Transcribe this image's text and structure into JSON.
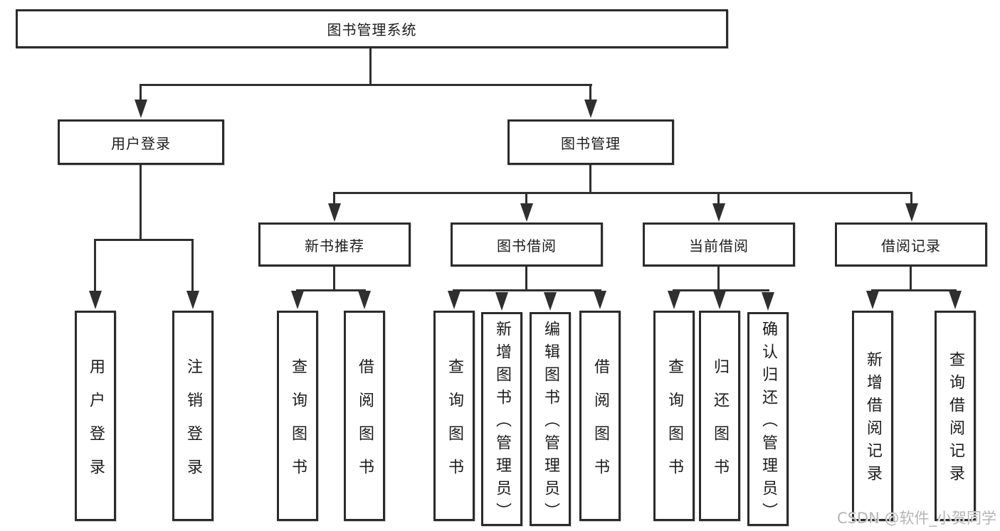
{
  "diagram_type": "hierarchy-chart",
  "tree": {
    "root": {
      "label": "图书管理系统"
    },
    "branches": [
      {
        "label": "用户登录",
        "leaves": [
          "用户登录",
          "注销登录"
        ]
      },
      {
        "label": "图书管理",
        "children": [
          {
            "label": "新书推荐",
            "leaves": [
              "查询图书",
              "借阅图书"
            ]
          },
          {
            "label": "图书借阅",
            "leaves": [
              "查询图书",
              "新增图书（管理员）",
              "编辑图书（管理员）",
              "借阅图书"
            ]
          },
          {
            "label": "当前借阅",
            "leaves": [
              "查询图书",
              "归还图书",
              "确认归还（管理员）"
            ]
          },
          {
            "label": "借阅记录",
            "leaves": [
              "新增借阅记录",
              "查询借阅记录"
            ]
          }
        ]
      }
    ]
  },
  "watermark": {
    "text": "CSDN @软件_小贺同学",
    "color": "#b5b5b5"
  },
  "colors": {
    "background": "#ffffff",
    "box_border": "#2b2b2b",
    "line": "#2f2f2f",
    "text": "#1c1c1c"
  }
}
